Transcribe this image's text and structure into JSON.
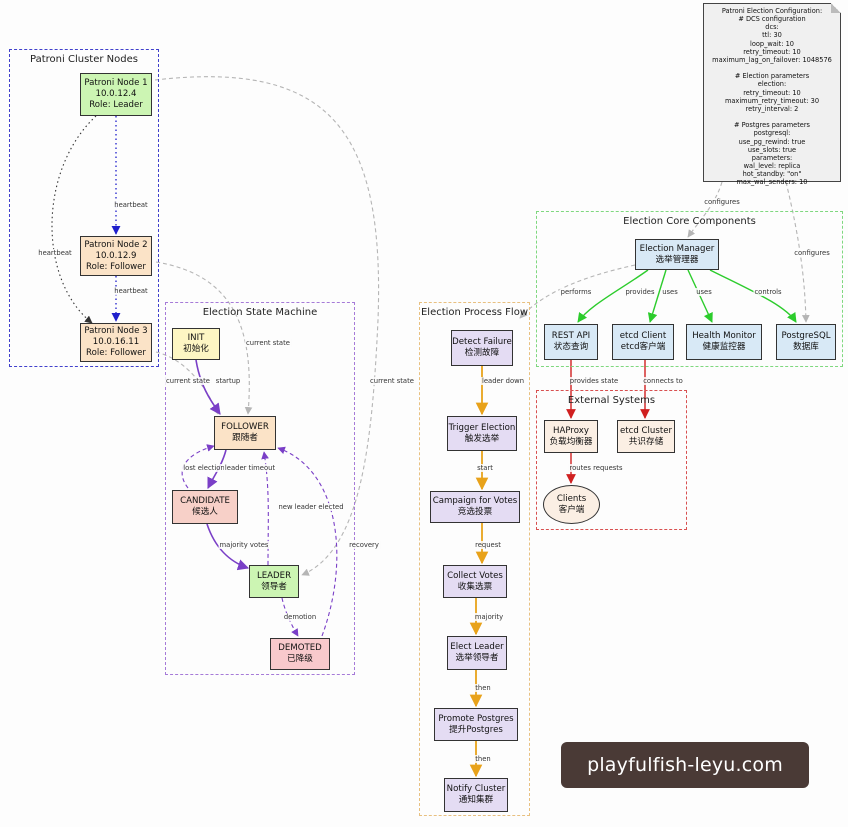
{
  "clusters": {
    "nodes": "Patroni Cluster Nodes",
    "state": "Election State Machine",
    "flow": "Election Process Flow",
    "core": "Election Core Components",
    "external": "External Systems"
  },
  "nodes": {
    "p1": [
      "Patroni Node 1",
      "10.0.12.4",
      "Role: Leader"
    ],
    "p2": [
      "Patroni Node 2",
      "10.0.12.9",
      "Role: Follower"
    ],
    "p3": [
      "Patroni Node 3",
      "10.0.16.11",
      "Role: Follower"
    ],
    "init": [
      "INIT",
      "初始化"
    ],
    "follower": [
      "FOLLOWER",
      "跟随者"
    ],
    "candidate": [
      "CANDIDATE",
      "候选人"
    ],
    "leader": [
      "LEADER",
      "领导者"
    ],
    "demoted": [
      "DEMOTED",
      "已降级"
    ],
    "detect": [
      "Detect Failure",
      "检测故障"
    ],
    "trigger": [
      "Trigger Election",
      "触发选举"
    ],
    "campaign": [
      "Campaign for Votes",
      "竞选投票"
    ],
    "collect": [
      "Collect Votes",
      "收集选票"
    ],
    "elect": [
      "Elect Leader",
      "选举领导者"
    ],
    "promote": [
      "Promote Postgres",
      "提升Postgres"
    ],
    "notify": [
      "Notify Cluster",
      "通知集群"
    ],
    "em": [
      "Election Manager",
      "选举管理器"
    ],
    "rest": [
      "REST API",
      "状态查询"
    ],
    "etcdc": [
      "etcd Client",
      "etcd客户端"
    ],
    "health": [
      "Health Monitor",
      "健康监控器"
    ],
    "pg": [
      "PostgreSQL",
      "数据库"
    ],
    "haproxy": [
      "HAProxy",
      "负载均衡器"
    ],
    "etcdcl": [
      "etcd Cluster",
      "共识存储"
    ],
    "clients": [
      "Clients",
      "客户端"
    ]
  },
  "config_note": [
    "Patroni Election Configuration:",
    "# DCS configuration",
    "dcs:",
    "ttl: 30",
    "loop_wait: 10",
    "retry_timeout: 10",
    "maximum_lag_on_failover: 1048576",
    "",
    "# Election parameters",
    "election:",
    "retry_timeout: 10",
    "maximum_retry_timeout: 30",
    "retry_interval: 2",
    "",
    "# Postgres parameters",
    "postgresql:",
    "use_pg_rewind: true",
    "use_slots: true",
    "parameters:",
    "wal_level: replica",
    "hot_standby: \"on\"",
    "max_wal_senders: 10"
  ],
  "edge_labels": {
    "heartbeat": "heartbeat",
    "current_state": "current state",
    "startup": "startup",
    "lost_election": "lost election",
    "leader_timeout": "leader timeout",
    "new_leader_elected": "new leader elected",
    "majority_votes": "majority votes",
    "demotion": "demotion",
    "recovery": "recovery",
    "leader_down": "leader down",
    "start": "start",
    "request": "request",
    "majority": "majority",
    "then": "then",
    "configures": "configures",
    "performs": "performs",
    "provides": "provides",
    "uses": "uses",
    "controls": "controls",
    "provides_state": "provides state",
    "connects_to": "connects to",
    "routes_requests": "routes requests"
  },
  "watermark": "playfulfish-leyu.com",
  "colors": {
    "leader_green": "#ccf5b3",
    "follower_peach": "#fbe3c7",
    "init_yellow": "#fdf6c3",
    "candidate_red": "#f7d0c8",
    "demoted_pink": "#f8c9cc",
    "flow_lavender": "#e4dcf3",
    "core_blue": "#d8e9f6",
    "external_cream": "#fbefe4",
    "purple_edge": "#7a3fc7",
    "orange_edge": "#e8a21a",
    "green_edge": "#2ccc2c",
    "red_edge": "#d02020",
    "blue_edge": "#2020cc"
  }
}
